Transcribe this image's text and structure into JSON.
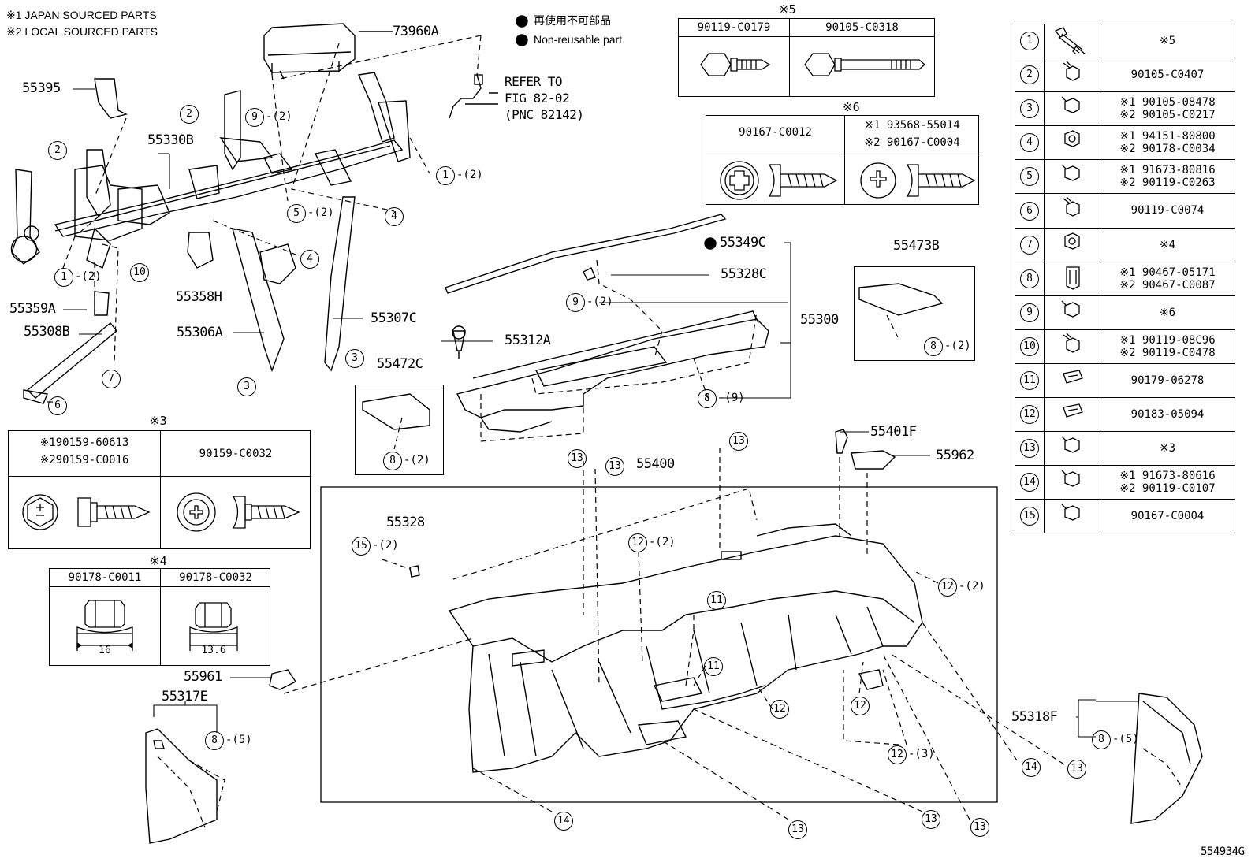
{
  "notes": {
    "japan": "※1 JAPAN SOURCED PARTS",
    "local": "※2 LOCAL SOURCED PARTS",
    "nonreuse_jp": "再使用不可部品",
    "nonreuse_en": "Non-reusable part",
    "refer1": "REFER TO",
    "refer2": "FIG 82-02",
    "refer3": "(PNC 82142)",
    "figure_id": "554934G"
  },
  "labels": {
    "p73960A": "73960A",
    "p55395": "55395",
    "p55330B": "55330B",
    "p55358H": "55358H",
    "p55359A": "55359A",
    "p55308B": "55308B",
    "p55306A": "55306A",
    "p55307C": "55307C",
    "p55349C": "55349C",
    "p55328C": "55328C",
    "p55300": "55300",
    "p55312A": "55312A",
    "p55473B": "55473B",
    "p55472C": "55472C",
    "p55401F": "55401F",
    "p55962": "55962",
    "p55400": "55400",
    "p55328": "55328",
    "p55961": "55961",
    "p55317E": "55317E",
    "p55318F": "55318F"
  },
  "callouts": [
    {
      "n": "1",
      "q": "-(2)"
    },
    {
      "n": "1",
      "q": "-(2)"
    },
    {
      "n": "2",
      "q": ""
    },
    {
      "n": "2",
      "q": ""
    },
    {
      "n": "9",
      "q": "-(2)"
    },
    {
      "n": "5",
      "q": "-(2)"
    },
    {
      "n": "4",
      "q": ""
    },
    {
      "n": "4",
      "q": ""
    },
    {
      "n": "10",
      "q": ""
    },
    {
      "n": "7",
      "q": ""
    },
    {
      "n": "6",
      "q": ""
    },
    {
      "n": "3",
      "q": ""
    },
    {
      "n": "3",
      "q": ""
    },
    {
      "n": "9",
      "q": "-(2)"
    },
    {
      "n": "8",
      "q": "-(9)"
    },
    {
      "n": "8",
      "q": "-(2)"
    },
    {
      "n": "8",
      "q": "-(2)"
    },
    {
      "n": "13",
      "q": ""
    },
    {
      "n": "13",
      "q": ""
    },
    {
      "n": "13",
      "q": ""
    },
    {
      "n": "15",
      "q": "-(2)"
    },
    {
      "n": "12",
      "q": "-(2)"
    },
    {
      "n": "12",
      "q": "-(2)"
    },
    {
      "n": "11",
      "q": ""
    },
    {
      "n": "11",
      "q": ""
    },
    {
      "n": "12",
      "q": ""
    },
    {
      "n": "12",
      "q": ""
    },
    {
      "n": "12",
      "q": "-(3)"
    },
    {
      "n": "8",
      "q": "-(5)"
    },
    {
      "n": "8",
      "q": "-(5)"
    },
    {
      "n": "14",
      "q": ""
    },
    {
      "n": "14",
      "q": ""
    },
    {
      "n": "13",
      "q": ""
    },
    {
      "n": "13",
      "q": ""
    },
    {
      "n": "13",
      "q": ""
    },
    {
      "n": "13",
      "q": ""
    }
  ],
  "group5": {
    "mark": "※5",
    "col1": "90119-C0179",
    "col2": "90105-C0318"
  },
  "group6": {
    "mark": "※6",
    "col1": "90167-C0012",
    "col2a": "※1 93568-55014",
    "col2b": "※2 90167-C0004"
  },
  "group3": {
    "mark": "※3",
    "col1a": "※190159-60613",
    "col1b": "※290159-C0016",
    "col2": "90159-C0032"
  },
  "group4": {
    "mark": "※4",
    "col1": "90178-C0011",
    "col2": "90178-C0032",
    "dim1": "16",
    "dim2": "13.6"
  },
  "spec_table": [
    {
      "n": "1",
      "a": "※5",
      "b": ""
    },
    {
      "n": "2",
      "a": "90105-C0407",
      "b": ""
    },
    {
      "n": "3",
      "a": "※1 90105-08478",
      "b": "※2 90105-C0217"
    },
    {
      "n": "4",
      "a": "※1 94151-80800",
      "b": "※2 90178-C0034"
    },
    {
      "n": "5",
      "a": "※1 91673-80816",
      "b": "※2 90119-C0263"
    },
    {
      "n": "6",
      "a": "90119-C0074",
      "b": ""
    },
    {
      "n": "7",
      "a": "※4",
      "b": ""
    },
    {
      "n": "8",
      "a": "※1 90467-05171",
      "b": "※2 90467-C0087"
    },
    {
      "n": "9",
      "a": "※6",
      "b": ""
    },
    {
      "n": "10",
      "a": "※1 90119-08C96",
      "b": "※2 90119-C0478"
    },
    {
      "n": "11",
      "a": "90179-06278",
      "b": ""
    },
    {
      "n": "12",
      "a": "90183-05094",
      "b": ""
    },
    {
      "n": "13",
      "a": "※3",
      "b": ""
    },
    {
      "n": "14",
      "a": "※1 91673-80616",
      "b": "※2 90119-C0107"
    },
    {
      "n": "15",
      "a": "90167-C0004",
      "b": ""
    }
  ]
}
